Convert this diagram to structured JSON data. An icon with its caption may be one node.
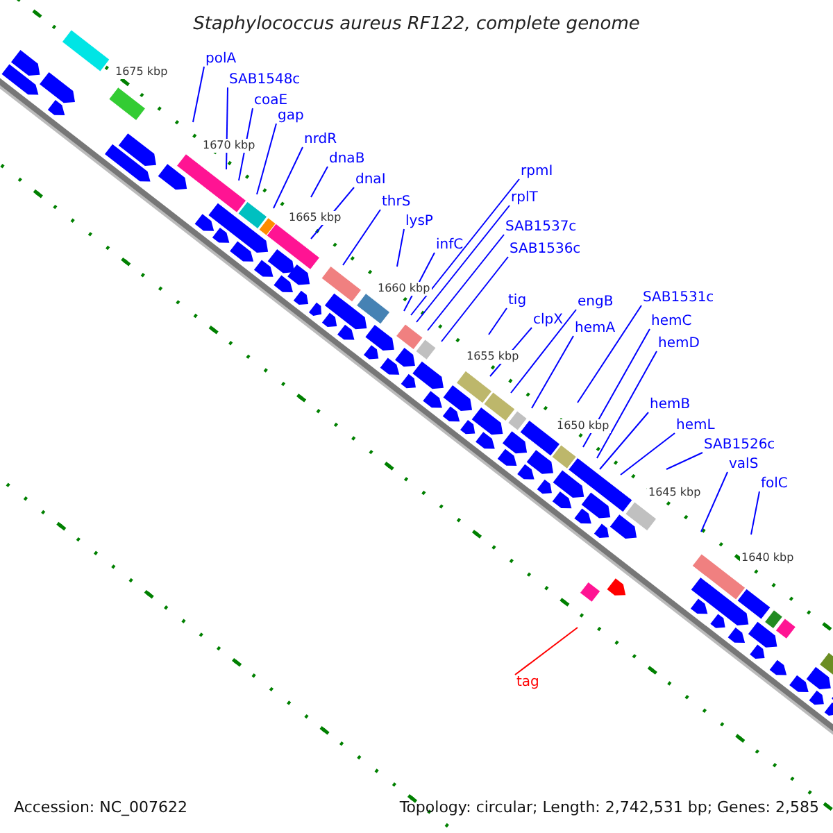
{
  "diagram": {
    "title": "Staphylococcus aureus RF122, complete genome",
    "nodes": [
      {
        "text": [
          "polA"
        ]
      },
      {
        "text": [
          "SAB1548c"
        ]
      },
      {
        "text": [
          "coaE"
        ]
      },
      {
        "text": [
          "gap"
        ]
      },
      {
        "text": [
          "nrdR"
        ]
      },
      {
        "text": [
          "dnaB"
        ]
      },
      {
        "text": [
          "dnaI"
        ]
      },
      {
        "text": [
          "thrS"
        ]
      },
      {
        "text": [
          "lysP"
        ]
      },
      {
        "text": [
          "infC"
        ]
      },
      {
        "text": [
          "rpmI"
        ]
      },
      {
        "text": [
          "rplT"
        ]
      },
      {
        "text": [
          "SAB1537c"
        ]
      },
      {
        "text": [
          "SAB1536c"
        ]
      },
      {
        "text": [
          "tig"
        ]
      },
      {
        "text": [
          "clpX"
        ]
      },
      {
        "text": [
          "engB"
        ]
      },
      {
        "text": [
          "hemA"
        ]
      },
      {
        "text": [
          "SAB1531c"
        ]
      },
      {
        "text": [
          "hemC"
        ]
      },
      {
        "text": [
          "hemD"
        ]
      },
      {
        "text": [
          "hemB"
        ]
      },
      {
        "text": [
          "hemL"
        ]
      },
      {
        "text": [
          "SAB1526c"
        ]
      },
      {
        "text": [
          "valS"
        ]
      },
      {
        "text": [
          "folC"
        ]
      },
      {
        "text": [
          "tag"
        ]
      }
    ],
    "edges": [
      {
        "from": 0,
        "to": null,
        "arrow": "none"
      },
      {
        "from": 1,
        "to": null,
        "arrow": "none"
      },
      {
        "from": 2,
        "to": null,
        "arrow": "none"
      },
      {
        "from": 3,
        "to": null,
        "arrow": "none"
      },
      {
        "from": 4,
        "to": null,
        "arrow": "none"
      },
      {
        "from": 5,
        "to": null,
        "arrow": "none"
      },
      {
        "from": 6,
        "to": null,
        "arrow": "none"
      },
      {
        "from": 7,
        "to": null,
        "arrow": "none"
      },
      {
        "from": 8,
        "to": null,
        "arrow": "none"
      },
      {
        "from": 9,
        "to": null,
        "arrow": "none"
      },
      {
        "from": 10,
        "to": null,
        "arrow": "none"
      },
      {
        "from": 11,
        "to": null,
        "arrow": "none"
      },
      {
        "from": 12,
        "to": null,
        "arrow": "none"
      },
      {
        "from": 13,
        "to": null,
        "arrow": "none"
      },
      {
        "from": 14,
        "to": null,
        "arrow": "none"
      },
      {
        "from": 15,
        "to": null,
        "arrow": "none"
      },
      {
        "from": 16,
        "to": null,
        "arrow": "none"
      },
      {
        "from": 17,
        "to": null,
        "arrow": "none"
      },
      {
        "from": 18,
        "to": null,
        "arrow": "none"
      },
      {
        "from": 19,
        "to": null,
        "arrow": "none"
      },
      {
        "from": 20,
        "to": null,
        "arrow": "none"
      },
      {
        "from": 21,
        "to": null,
        "arrow": "none"
      },
      {
        "from": 22,
        "to": null,
        "arrow": "none"
      },
      {
        "from": 23,
        "to": null,
        "arrow": "none"
      },
      {
        "from": 24,
        "to": null,
        "arrow": "none"
      },
      {
        "from": 25,
        "to": null,
        "arrow": "none"
      },
      {
        "from": 26,
        "to": null,
        "arrow": "none",
        "color": "#ff0000"
      }
    ],
    "labels": [
      "1675 kbp",
      "1670 kbp",
      "1665 kbp",
      "1660 kbp",
      "1655 kbp",
      "1650 kbp",
      "1645 kbp",
      "1640 kbp",
      "Accession: NC_007622",
      "Topology: circular; Length: 2,742,531 bp; Genes: 2,585"
    ]
  }
}
